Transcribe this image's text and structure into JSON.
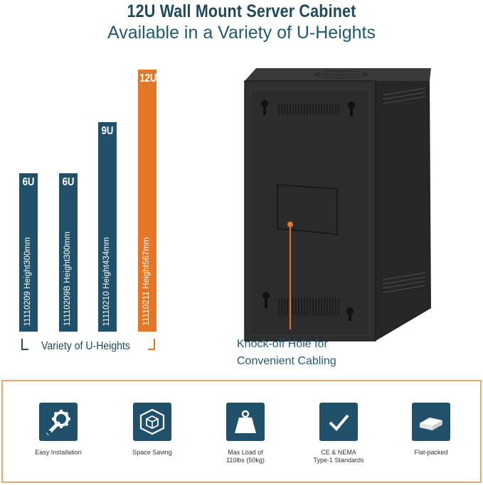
{
  "header": {
    "title": "12U Wall Mount Server Cabinet",
    "subtitle": "Available in a Variety of U-Heights"
  },
  "bars": [
    {
      "u_label": "6U",
      "text": "11110209  Height300mm",
      "color": "#21506a"
    },
    {
      "u_label": "6U",
      "text": "11110209B  Height300mm",
      "color": "#21506a"
    },
    {
      "u_label": "9U",
      "text": "11110210  Height434mm",
      "color": "#21506a"
    },
    {
      "u_label": "12U",
      "text": "11110211  Height567mm",
      "color": "#e47628"
    }
  ],
  "variety_label": "Variety of U-Heights",
  "knockoff": {
    "line1": "Knock-off Hole for",
    "line2": "Convenient Cabling",
    "accent": "#e47628"
  },
  "features": [
    {
      "icon": "wrench-gear-icon",
      "label1": "Easy Installation",
      "label2": ""
    },
    {
      "icon": "cube-icon",
      "label1": "Space Saving",
      "label2": ""
    },
    {
      "icon": "weight-icon",
      "label1": "Max Load of",
      "label2": "110lbs (50kg)"
    },
    {
      "icon": "checkmark-icon",
      "label1": "CE & NEMA",
      "label2": "Type-1 Standards"
    },
    {
      "icon": "flat-box-icon",
      "label1": "Flat-packed",
      "label2": ""
    }
  ],
  "colors": {
    "navy": "#21506a",
    "orange": "#e47628",
    "border": "#e7a66a"
  }
}
